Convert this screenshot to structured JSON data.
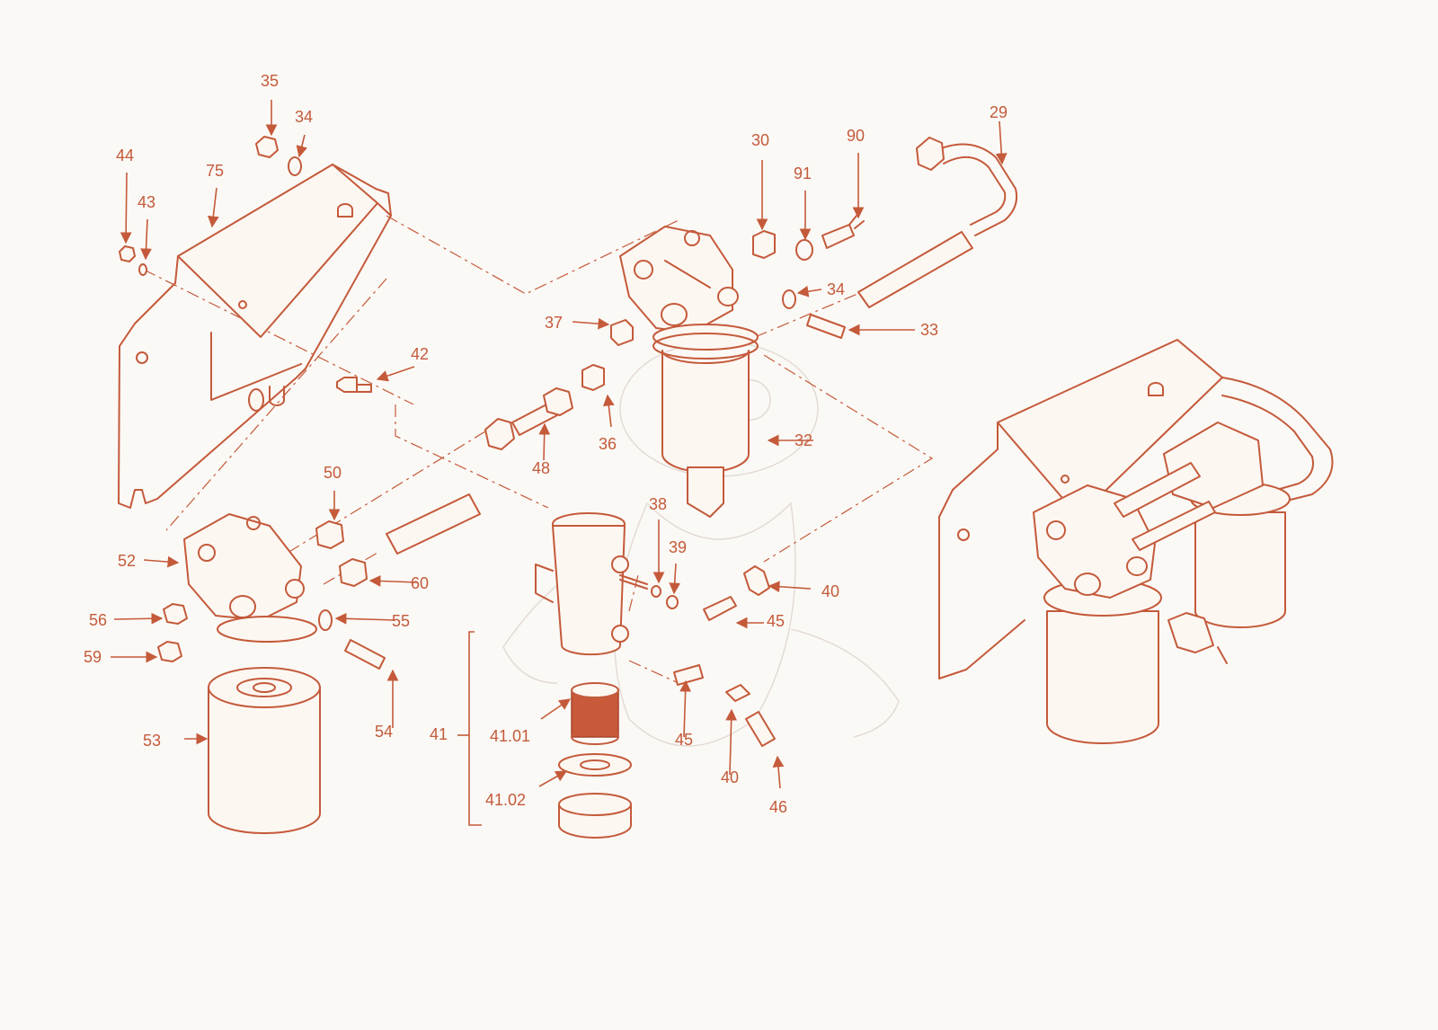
{
  "callouts": {
    "c29": "29",
    "c30": "30",
    "c32": "32",
    "c33": "33",
    "c34a": "34",
    "c34b": "34",
    "c35": "35",
    "c36": "36",
    "c37": "37",
    "c38": "38",
    "c39": "39",
    "c40a": "40",
    "c40b": "40",
    "c41": "41",
    "c4101": "41.01",
    "c4102": "41.02",
    "c42": "42",
    "c43": "43",
    "c44": "44",
    "c45a": "45",
    "c45b": "45",
    "c46": "46",
    "c48": "48",
    "c50": "50",
    "c52": "52",
    "c53": "53",
    "c54": "54",
    "c55": "55",
    "c56": "56",
    "c59": "59",
    "c60": "60",
    "c75": "75",
    "c90": "90",
    "c91": "91"
  },
  "colors": {
    "line": "#c45a3a",
    "background": "#fbf9f6",
    "filter_element": "#c85a3a"
  }
}
